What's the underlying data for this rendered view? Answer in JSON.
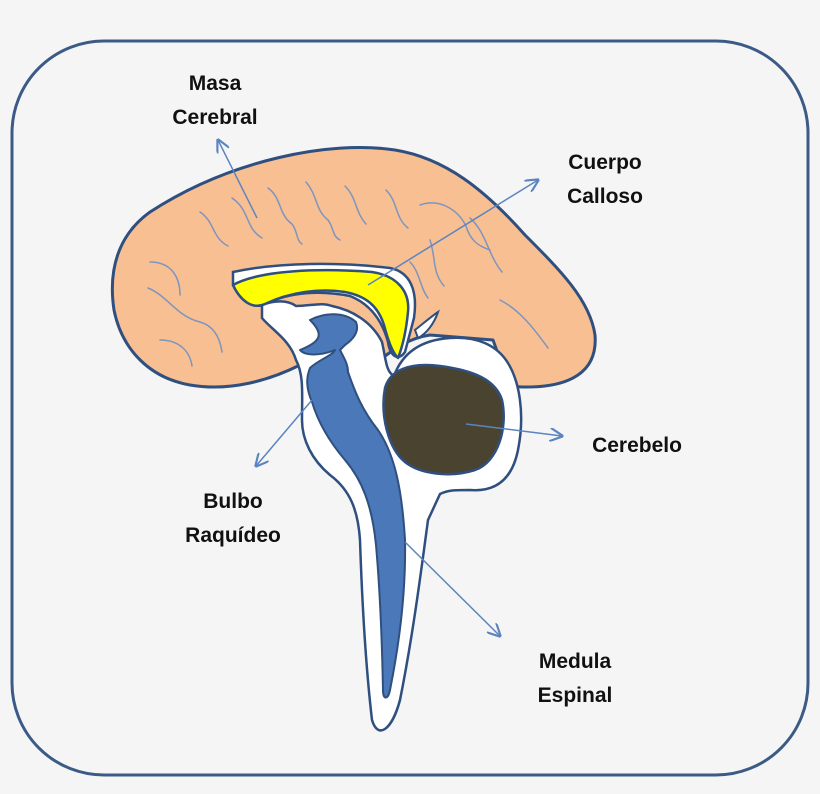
{
  "colors": {
    "background": "#f5f5f5",
    "frame_stroke": "#3b5a86",
    "cerebrum_fill": "#f8bf92",
    "corpus_callosum_fill": "#ffff00",
    "brainstem_fill": "#4a78b8",
    "cerebellum_fill": "#4a4330",
    "outline": "#2f4f7f",
    "arrow": "#5b84c0"
  },
  "labels": {
    "masa_cerebral": [
      "Masa",
      "Cerebral"
    ],
    "cuerpo_calloso": [
      "Cuerpo",
      "Calloso"
    ],
    "cerebelo": [
      "Cerebelo"
    ],
    "bulbo_raquideo": [
      "Bulbo",
      "Raquídeo"
    ],
    "medula_espinal": [
      "Medula",
      "Espinal"
    ]
  }
}
